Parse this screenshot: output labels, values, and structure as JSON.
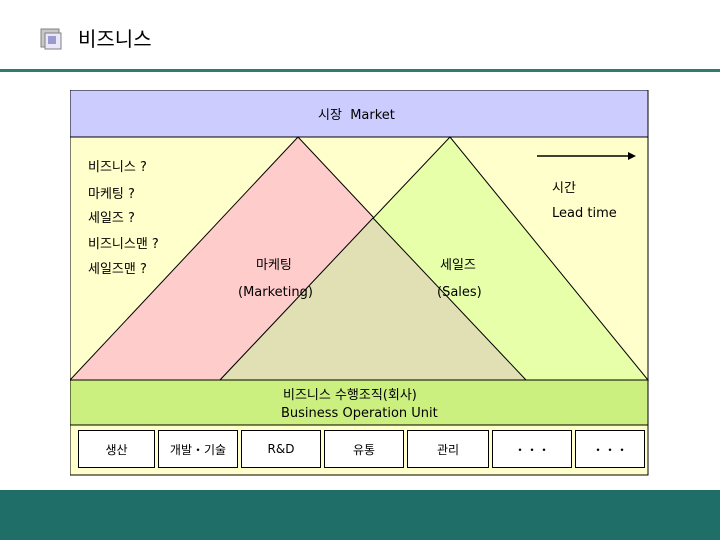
{
  "page_title": "비즈니스",
  "market": {
    "ko": "시장",
    "en": "Market"
  },
  "questions": [
    "비즈니스 ?",
    "마케팅 ?",
    "세일즈 ?",
    "비즈니스맨 ?",
    "세일즈맨 ?"
  ],
  "marketing": {
    "ko": "마케팅",
    "en": "(Marketing)"
  },
  "sales": {
    "ko": "세일즈",
    "en": "(Sales)"
  },
  "time": {
    "ko": "시간",
    "en": "Lead time"
  },
  "org": {
    "ko": "비즈니스 수행조직(회사)",
    "en": "Business Operation Unit"
  },
  "units": [
    "생산",
    "개발・기술",
    "R&D",
    "유통",
    "관리",
    "・・・",
    "・・・"
  ],
  "colors": {
    "market_band": "#ccccff",
    "background": "#ffffcc",
    "marketing_triangle": "#ffcccc",
    "sales_triangle": "#e6ffa8",
    "overlap": "#e0e0b4",
    "org_band": "#ccf080",
    "footer": "#1f6f68",
    "rule": "#2e7b72"
  }
}
